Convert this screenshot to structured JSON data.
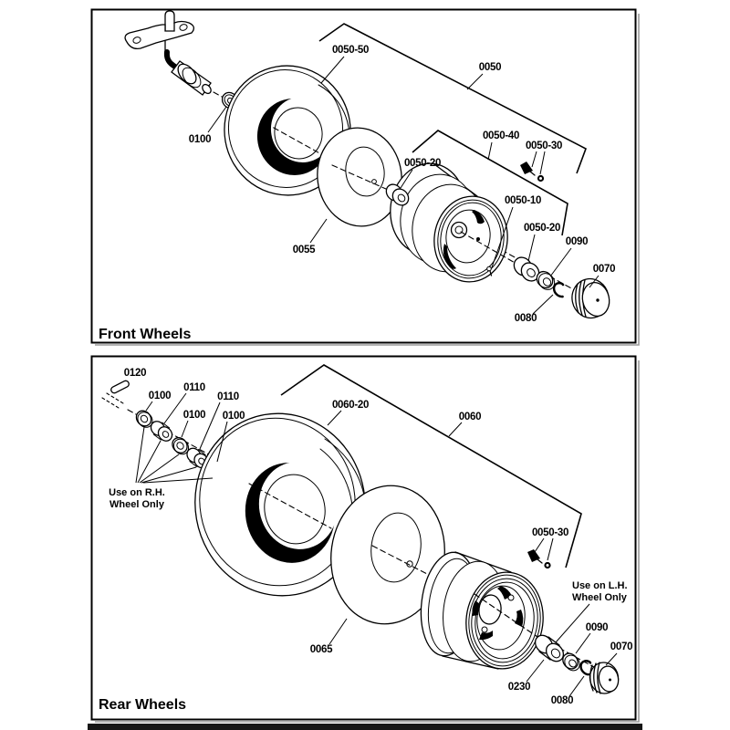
{
  "front_panel": {
    "title": "Front Wheels",
    "parts": {
      "p0050_50": "0050-50",
      "p0050": "0050",
      "p0100": "0100",
      "p0055": "0055",
      "p0050_40": "0050-40",
      "p0050_30": "0050-30",
      "p0050_20_inner": "0050-20",
      "p0050_10": "0050-10",
      "p0050_20_outer": "0050-20",
      "p0090": "0090",
      "p0080": "0080",
      "p0070": "0070"
    }
  },
  "rear_panel": {
    "title": "Rear Wheels",
    "parts": {
      "p0120": "0120",
      "p0100_a": "0100",
      "p0110_a": "0110",
      "p0110_b": "0110",
      "p0100_b": "0100",
      "p0100_c": "0100",
      "p0060_20": "0060-20",
      "p0060": "0060",
      "p0050_30": "0050-30",
      "p0065": "0065",
      "p0230": "0230",
      "p0090": "0090",
      "p0080": "0080",
      "p0070": "0070"
    },
    "notes": {
      "rh": {
        "line1": "Use on R.H.",
        "line2": "Wheel Only"
      },
      "lh": {
        "line1": "Use on L.H.",
        "line2": "Wheel Only"
      }
    }
  }
}
